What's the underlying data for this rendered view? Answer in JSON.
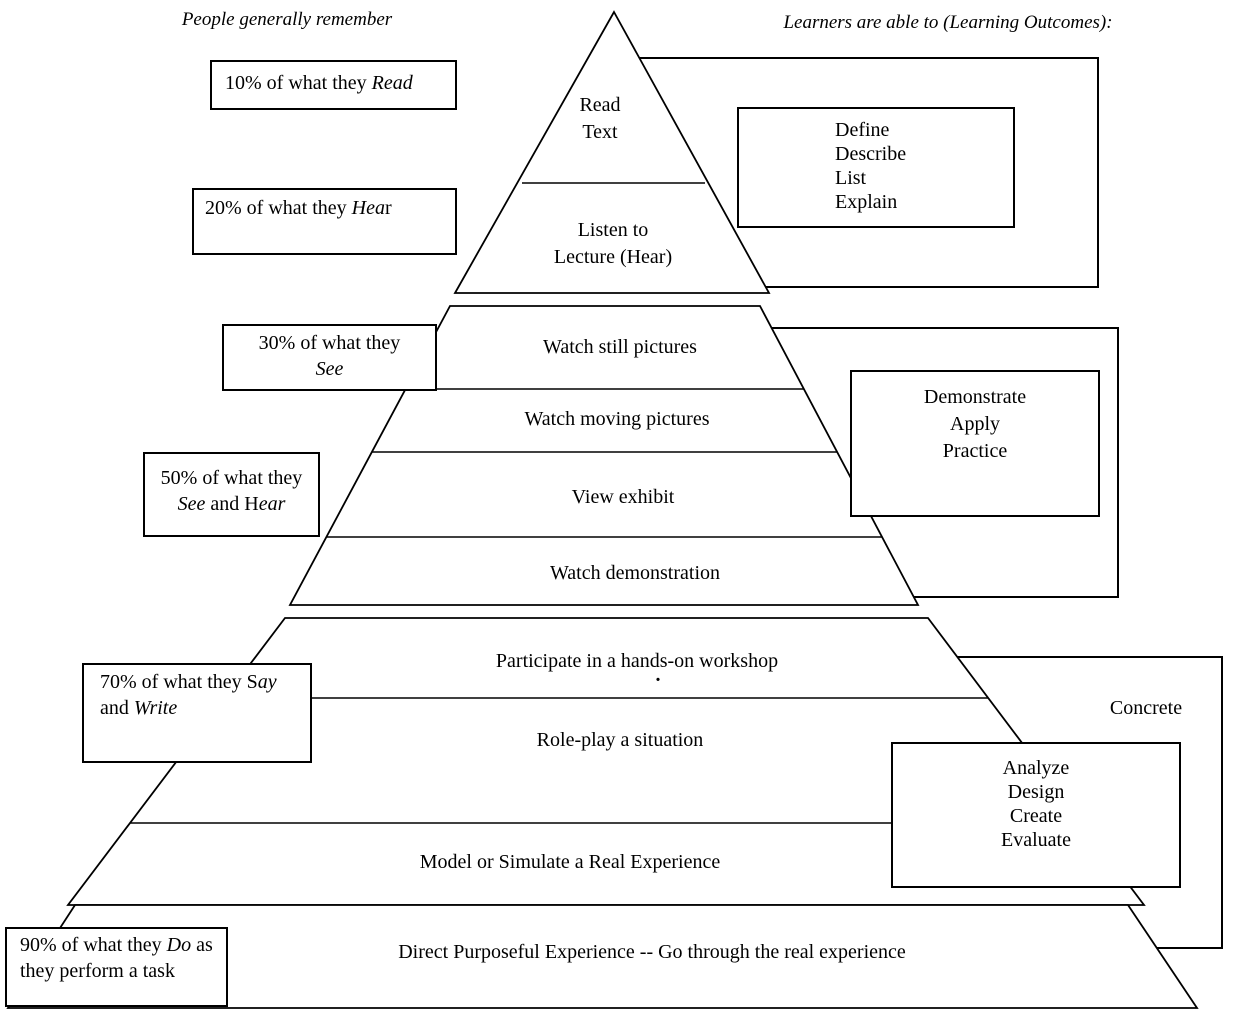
{
  "colors": {
    "ink": "#000000",
    "paper": "#ffffff"
  },
  "headers": {
    "left": "People generally remember",
    "right": "Learners are able to (Learning Outcomes):"
  },
  "remember_boxes": [
    {
      "id": "read",
      "lines": [
        [
          {
            "t": "10% of what they ",
            "i": false
          },
          {
            "t": "Read",
            "i": true
          }
        ]
      ]
    },
    {
      "id": "hear",
      "lines": [
        [
          {
            "t": "20% of what they  ",
            "i": false
          },
          {
            "t": "Hea",
            "i": true
          },
          {
            "t": "r",
            "i": false
          }
        ]
      ]
    },
    {
      "id": "see",
      "lines": [
        [
          {
            "t": "30% of what they",
            "i": false
          }
        ],
        [
          {
            "t": "See",
            "i": true
          }
        ]
      ]
    },
    {
      "id": "see-hear",
      "lines": [
        [
          {
            "t": "50% of what they",
            "i": false
          }
        ],
        [
          {
            "t": "See",
            "i": true
          },
          {
            "t": " and H",
            "i": false
          },
          {
            "t": "ear",
            "i": true
          }
        ]
      ]
    },
    {
      "id": "say-write",
      "lines": [
        [
          {
            "t": "70% of what they S",
            "i": false
          },
          {
            "t": "ay",
            "i": true
          }
        ],
        [
          {
            "t": "and ",
            "i": false
          },
          {
            "t": "Write",
            "i": true
          }
        ]
      ]
    },
    {
      "id": "do",
      "lines": [
        [
          {
            "t": "90% of what they ",
            "i": false
          },
          {
            "t": "Do",
            "i": true
          },
          {
            "t": " as",
            "i": false
          }
        ],
        [
          {
            "t": "they perform a task",
            "i": false
          }
        ]
      ]
    }
  ],
  "pyramid": {
    "triangle_top": "Read\nText",
    "triangle_bottom": "Listen to\nLecture (Hear)",
    "rows": [
      "Watch still pictures",
      "Watch moving pictures",
      "View exhibit",
      "Watch demonstration",
      "Participate in a hands-on workshop",
      "Role-play a situation",
      "Model or Simulate a Real Experience",
      "Direct Purposeful Experience -- Go through the real experience"
    ],
    "stray_dot": "."
  },
  "outcome_boxes": [
    {
      "id": "recall",
      "words": [
        "Define",
        "Describe",
        "List",
        "Explain"
      ]
    },
    {
      "id": "apply",
      "words": [
        "Demonstrate",
        "Apply",
        "Practice"
      ]
    },
    {
      "id": "create",
      "words": [
        "Analyze",
        "Design",
        "Create",
        "Evaluate"
      ]
    }
  ],
  "side_label": "Concrete"
}
